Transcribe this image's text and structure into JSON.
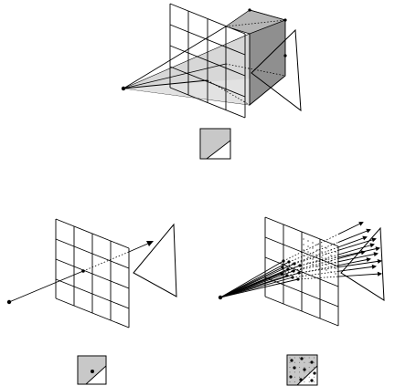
{
  "colors": {
    "background": "#ffffff",
    "ink": "#000000",
    "frustum_light": "#d2d2d2",
    "frustum_dark": "#8c8c8c",
    "pixel_fill": "#c8c8c8"
  },
  "panels": [
    {
      "id": "beam-tracing",
      "description_icon": "pixel-coverage-icon"
    },
    {
      "id": "single-ray",
      "description_icon": "pixel-single-sample-icon"
    },
    {
      "id": "supersampling",
      "description_icon": "pixel-multi-sample-icon"
    }
  ]
}
